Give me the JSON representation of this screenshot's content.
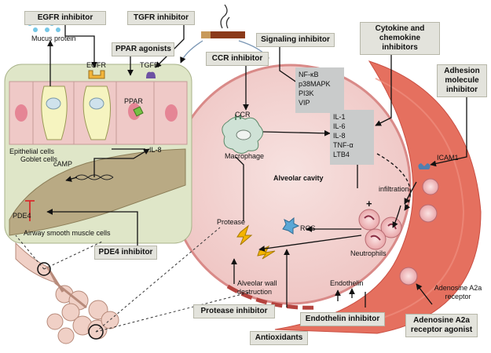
{
  "labels": {
    "egfr_inhibitor": "EGFR inhibitor",
    "tgfr_inhibitor": "TGFR inhibitor",
    "ppar_agonists": "PPAR agonists",
    "ccr_inhibitor": "CCR  inhibitor",
    "signaling_inhibitor": "Signaling inhibitor",
    "cytokine_inhibitors": "Cytokine and chemokine inhibitors",
    "adhesion_inhibitor": "Adhesion molecule inhibitor",
    "pde4_inhibitor": "PDE4 inhibitor",
    "protease_inhibitor": "Protease inhibitor",
    "antioxidants": "Antioxidants",
    "endothelin_inhibitor": "Endothelin inhibitor",
    "adenosine_agonist": "Adenosine A2a receptor agonist"
  },
  "signaling_box": [
    "NF-κB",
    "p38MAPK",
    "PI3K",
    "VIP"
  ],
  "cytokine_box": [
    "IL-1",
    "IL-6",
    "IL-8",
    "TNF-α",
    "LTB4"
  ],
  "text": {
    "mucus_protein": "Mucus protein",
    "egfr": "EGFR",
    "tgfr": "TGFR",
    "ppar": "PPAR",
    "epithelial_cells": "Epithelial cells",
    "goblet_cells": "Goblet cells",
    "il8": "IL-8",
    "camp": "cAMP",
    "pde4": "PDE4",
    "airway_smooth_muscle": "Airway smooth muscle cells",
    "ccr": "CCR",
    "macrophage": "Macrophage",
    "alveolar_cavity": "Alveolar cavity",
    "infiltration": "infiltration",
    "plus": "+",
    "icam1": "ICAM1",
    "protease": "Protease",
    "ros": "ROS",
    "neutrophils": "Neutrophils",
    "alveolar_wall_destruction": "Alveolar wall destruction",
    "endothelin": "Endothelin",
    "adenosine_receptor": "Adenosine A2a receptor"
  },
  "colors": {
    "green_panel": "#dfe6c8",
    "alveolus_fill": "#f3d6d4",
    "alveolus_edge": "#d98a88",
    "vessel": "#e46a5a",
    "label_bg": "#e3e3dc",
    "box_bg": "#c9cbcb"
  }
}
